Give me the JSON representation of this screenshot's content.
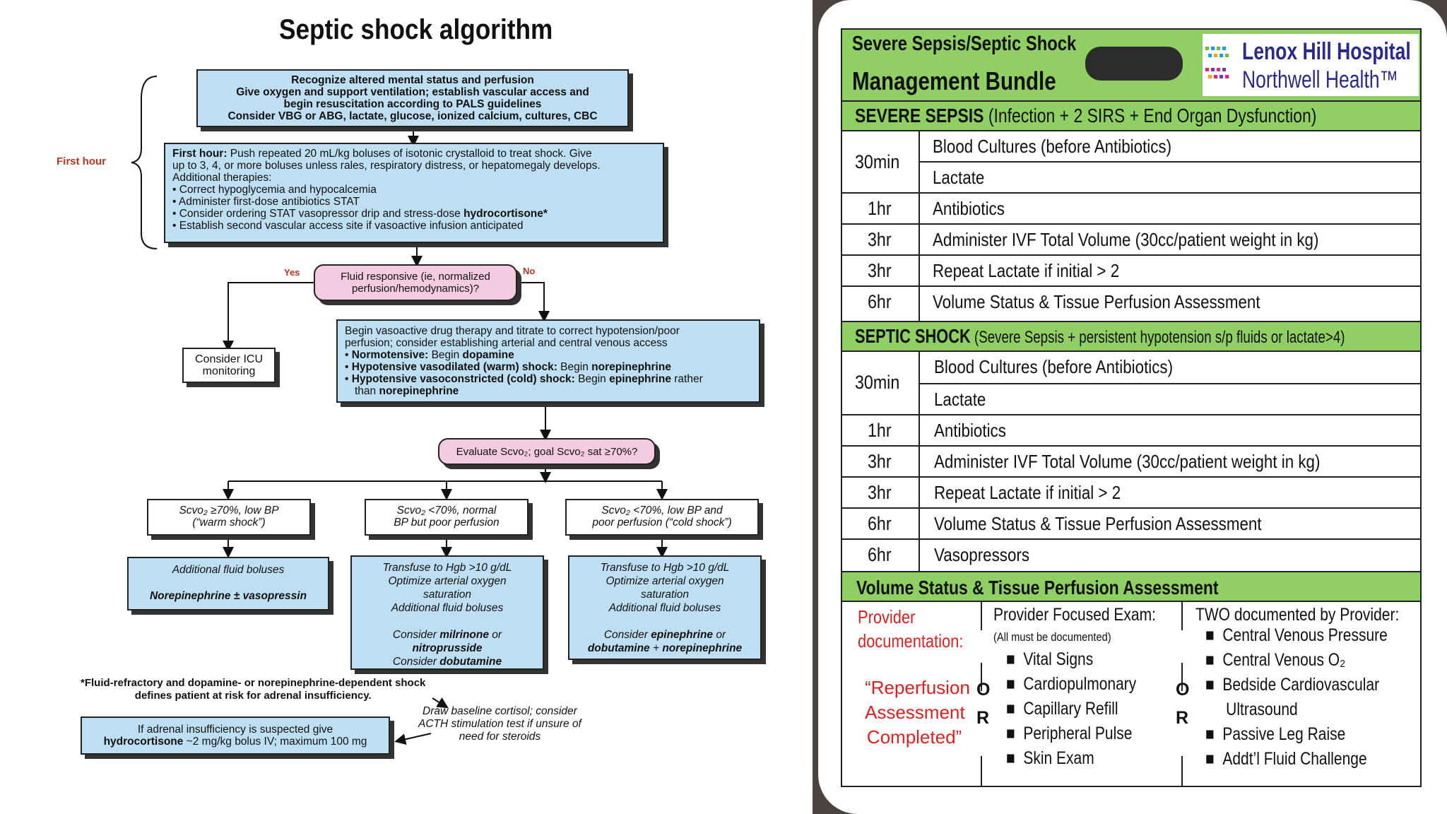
{
  "left": {
    "title": "Septic shock algorithm",
    "first_hour_label": "First hour",
    "box1": [
      "Recognize altered mental status and perfusion",
      "Give oxygen and support ventilation; establish vascular access and",
      "begin resuscitation according to PALS guidelines",
      "Consider VBG or ABG, lactate, glucose, ionized calcium, cultures, CBC"
    ],
    "box2": {
      "lead_bold": "First hour:",
      "lead": " Push repeated 20 mL/kg boluses of isotonic crystalloid to treat shock. Give",
      "line2": "up to 3, 4, or more boluses unless rales, respiratory distress, or hepatomegaly develops.",
      "line3": "Additional therapies:",
      "items": [
        "Correct hypoglycemia and hypocalcemia",
        "Administer first-dose antibiotics STAT"
      ],
      "item3_pre": "Consider ordering STAT vasopressor drip and stress-dose ",
      "item3_bold": "hydrocortisone*",
      "item4": "Establish second vascular access site if vasoactive infusion anticipated"
    },
    "yes": "Yes",
    "no": "No",
    "fluid_q": [
      "Fluid responsive (ie, normalized",
      "perfusion/hemodynamics)?"
    ],
    "icu": [
      "Consider ICU",
      "monitoring"
    ],
    "vaso": {
      "l1": "Begin vasoactive drug therapy and titrate to correct hypotension/poor",
      "l2": "perfusion; consider establishing arterial and central venous access",
      "b1": "Normotensive:",
      "t1": " Begin ",
      "d1": "dopamine",
      "b2": "Hypotensive vasodilated (warm) shock:",
      "t2": " Begin ",
      "d2": "norepinephrine",
      "b3": "Hypotensive vasoconstricted (cold) shock:",
      "t3": " Begin ",
      "d3": "epinephrine",
      "t3b": " rather",
      "l6a": "than ",
      "l6b": "norepinephrine"
    },
    "eval": "Evaluate Scvo₂; goal Scvo₂ sat ≥70%?",
    "branch1": [
      "Scvo₂ ≥70%, low BP",
      "(“warm shock”)"
    ],
    "branch2": [
      "Scvo₂ <70%, normal",
      "BP but poor perfusion"
    ],
    "branch3": [
      "Scvo₂ <70%, low BP and",
      "poor perfusion (“cold shock”)"
    ],
    "res1": {
      "l1": "Additional fluid boluses",
      "l2": "Norepinephrine ± vasopressin"
    },
    "res2": {
      "l1": "Transfuse to Hgb >10 g/dL",
      "l2": "Optimize arterial oxygen",
      "l3": "saturation",
      "l4": "Additional fluid boluses",
      "l5a": "Consider ",
      "l5b": "milrinone",
      "l5c": " or",
      "l6": "nitroprusside",
      "l7a": "Consider ",
      "l7b": "dobutamine"
    },
    "res3": {
      "l1": "Transfuse to Hgb >10 g/dL",
      "l2": "Optimize arterial oxygen",
      "l3": "saturation",
      "l4": "Additional fluid boluses",
      "l5a": "Consider ",
      "l5b": "epinephrine",
      "l5c": " or",
      "l6a": "dobutamine",
      "l6b": " + ",
      "l6c": "norepinephrine"
    },
    "footnote": [
      "*Fluid-refractory and dopamine- or norepinephrine-dependent shock",
      "defines patient at risk for adrenal insufficiency."
    ],
    "adrenal": {
      "l1": "If adrenal insufficiency is suspected give",
      "l2a": "hydrocortisone",
      "l2b": " ~2 mg/kg bolus IV; maximum 100 mg"
    },
    "cortisol": [
      "Draw baseline cortisol; consider",
      "ACTH stimulation test if unsure of",
      "need for steroids"
    ]
  },
  "card": {
    "title1": "Severe Sepsis/Septic Shock",
    "title2": "Management Bundle",
    "logo1": "Lenox Hill Hospital",
    "logo2": "Northwell Health™",
    "sec1_bold": "SEVERE SEPSIS",
    "sec1_rest": " (Infection + 2 SIRS + End Organ Dysfunction)",
    "sec1_rows": [
      {
        "t": "30min",
        "v": "Blood Cultures (before Antibiotics)"
      },
      {
        "t": "",
        "v": "Lactate"
      },
      {
        "t": "1hr",
        "v": "Antibiotics"
      },
      {
        "t": "3hr",
        "v": "Administer IVF Total Volume (30cc/patient weight in kg)"
      },
      {
        "t": "3hr",
        "v": "Repeat Lactate if initial  > 2"
      },
      {
        "t": "6hr",
        "v": "Volume Status & Tissue Perfusion Assessment"
      }
    ],
    "sec2_bold": "SEPTIC SHOCK",
    "sec2_rest": " (Severe Sepsis + persistent hypotension s/p fluids or lactate>4)",
    "sec2_rows": [
      {
        "t": "30min",
        "v": "Blood Cultures (before Antibiotics)"
      },
      {
        "t": "",
        "v": "Lactate"
      },
      {
        "t": "1hr",
        "v": "Antibiotics"
      },
      {
        "t": "3hr",
        "v": "Administer IVF Total Volume (30cc/patient weight in kg)"
      },
      {
        "t": "3hr",
        "v": "Repeat Lactate if initial > 2"
      },
      {
        "t": "6hr",
        "v": "Volume Status & Tissue Perfusion Assessment"
      },
      {
        "t": "6hr",
        "v": "Vasopressors"
      }
    ],
    "sec3": "Volume Status & Tissue Perfusion Assessment",
    "provider_doc": [
      "Provider",
      "documentation:"
    ],
    "reperfusion": [
      "“Reperfusion",
      "Assessment",
      "Completed”"
    ],
    "or": [
      "O",
      "R"
    ],
    "exam_head": "Provider Focused Exam:",
    "exam_sub": "(All must be documented)",
    "exam_items": [
      "Vital Signs",
      "Cardiopulmonary",
      "Capillary Refill",
      "Peripheral Pulse",
      "Skin Exam"
    ],
    "two_head": "TWO documented by Provider:",
    "two_items": [
      "Central Venous Pressure",
      "Central Venous O₂",
      "Bedside Cardiovascular",
      "Ultrasound",
      "Passive Leg Raise",
      "Addt’l Fluid Challenge"
    ]
  }
}
